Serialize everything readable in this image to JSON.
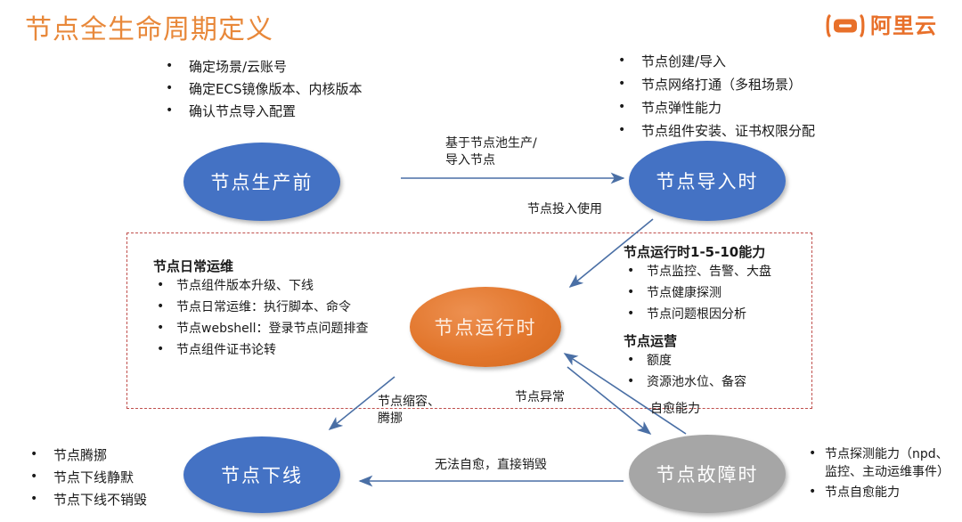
{
  "page": {
    "title": "节点全生命周期定义",
    "title_color": "#E8883A",
    "background": "#ffffff"
  },
  "brand": {
    "logo_icon": "alibaba-cloud-logo-icon",
    "wordmark": "阿里云",
    "color": "#E8702A"
  },
  "colors": {
    "node_blue": "#4472C4",
    "node_orange": "#E2762C",
    "node_gray": "#A6A6A6",
    "dashed_border": "#C0504D",
    "arrow": "#4A6FA5"
  },
  "lists": {
    "pre_production": [
      "确定场景/云账号",
      "确定ECS镜像版本、内核版本",
      "确认节点导入配置"
    ],
    "import": [
      "节点创建/导入",
      "节点网络打通（多租场景）",
      "节点弹性能力",
      "节点组件安装、证书权限分配"
    ],
    "offline": [
      "节点腾挪",
      "节点下线静默",
      "节点下线不销毁"
    ],
    "fault": [
      "节点探测能力（npd、\n监控、主动运维事件）",
      "节点自愈能力"
    ]
  },
  "nodes": {
    "pre_production": "节点生产前",
    "import": "节点导入时",
    "running": "节点运行时",
    "offline": "节点下线",
    "fault": "节点故障时"
  },
  "blocks": {
    "daily_ops": {
      "heading": "节点日常运维",
      "items": [
        "节点组件版本升级、下线",
        "节点日常运维：执行脚本、命令",
        "节点webshell：登录节点问题排查",
        "节点组件证书论转"
      ]
    },
    "runtime_capability": {
      "heading": "节点运行时1-5-10能力",
      "items": [
        "节点监控、告警、大盘",
        "节点健康探测",
        "节点问题根因分析"
      ]
    },
    "node_operation": {
      "heading": "节点运营",
      "items": [
        "额度",
        "资源池水位、备容"
      ]
    }
  },
  "edges": {
    "produce_import": "基于节点池生产/\n导入节点",
    "put_into_use": "节点投入使用",
    "scale_move": "节点缩容、\n腾挪",
    "node_abnormal": "节点异常",
    "self_heal": "自愈能力",
    "destroy": "无法自愈，直接销毁"
  }
}
